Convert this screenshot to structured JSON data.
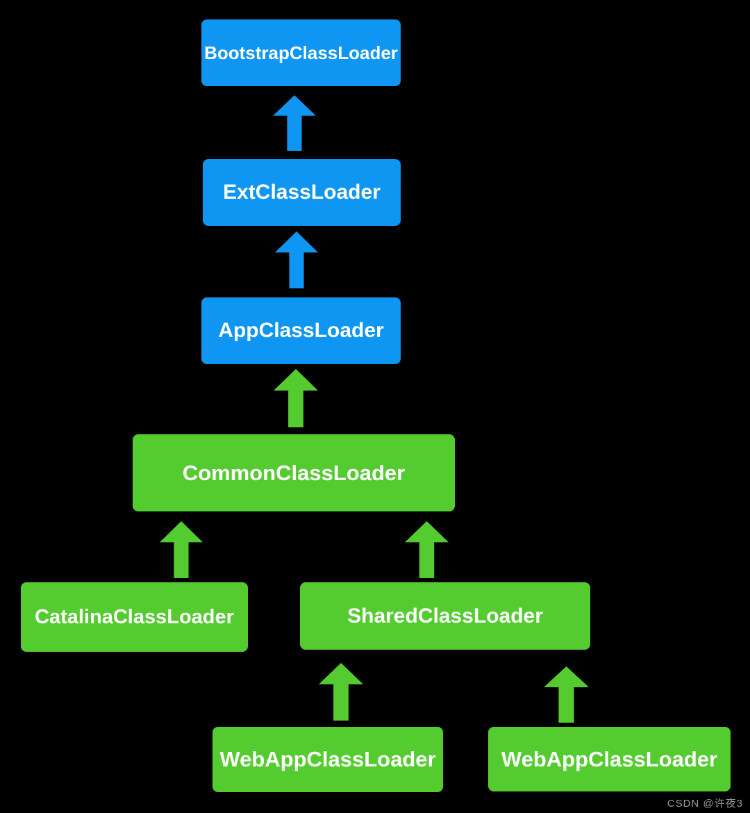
{
  "colors": {
    "jdk_loader_blue": "#0e96f2",
    "tomcat_loader_green": "#54cc30",
    "background": "#000000",
    "label_text": "#ffffff",
    "watermark_gray": "#9b9b9b"
  },
  "nodes": {
    "bootstrap": {
      "label": "BootstrapClassLoader",
      "color": "#0e96f2"
    },
    "ext": {
      "label": "ExtClassLoader",
      "color": "#0e96f2"
    },
    "app": {
      "label": "AppClassLoader",
      "color": "#0e96f2"
    },
    "common": {
      "label": "CommonClassLoader",
      "color": "#54cc30"
    },
    "catalina": {
      "label": "CatalinaClassLoader",
      "color": "#54cc30"
    },
    "shared": {
      "label": "SharedClassLoader",
      "color": "#54cc30"
    },
    "webapp_left": {
      "label": "WebAppClassLoader",
      "color": "#54cc30"
    },
    "webapp_right": {
      "label": "WebAppClassLoader",
      "color": "#54cc30"
    }
  },
  "edges": [
    {
      "from": "ExtClassLoader",
      "to": "BootstrapClassLoader",
      "direction": "up",
      "color": "#0e96f2"
    },
    {
      "from": "AppClassLoader",
      "to": "ExtClassLoader",
      "direction": "up",
      "color": "#0e96f2"
    },
    {
      "from": "CommonClassLoader",
      "to": "AppClassLoader",
      "direction": "up",
      "color": "#54cc30"
    },
    {
      "from": "CatalinaClassLoader",
      "to": "CommonClassLoader",
      "direction": "up",
      "color": "#54cc30"
    },
    {
      "from": "SharedClassLoader",
      "to": "CommonClassLoader",
      "direction": "up",
      "color": "#54cc30"
    },
    {
      "from": "WebAppClassLoader (left)",
      "to": "SharedClassLoader",
      "direction": "up",
      "color": "#54cc30"
    },
    {
      "from": "WebAppClassLoader (right)",
      "to": "SharedClassLoader",
      "direction": "up",
      "color": "#54cc30"
    }
  ],
  "watermark": "CSDN @许夜3"
}
